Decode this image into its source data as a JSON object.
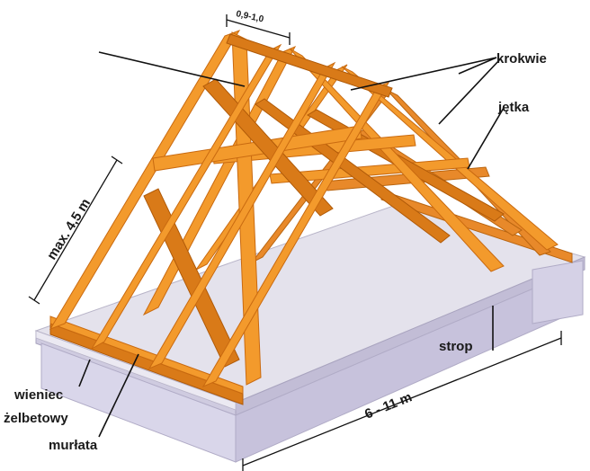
{
  "labels": {
    "rafters": "krokwie",
    "collar_beam": "jętka",
    "ceiling": "strop",
    "ring_beam_line1": "wieniec",
    "ring_beam_line2": "żelbetowy",
    "wall_plate": "murłata"
  },
  "dimensions": {
    "rafter_spacing": "0,9-1,0",
    "rafter_length": "max. 4,5 m",
    "span": "6 - 11 m"
  },
  "colors": {
    "timber": "#f39a2c",
    "timber_edge": "#c96a10",
    "slab_top": "#e4e2ec",
    "wall": "#d9d6ea",
    "text": "#1a1a1a"
  }
}
